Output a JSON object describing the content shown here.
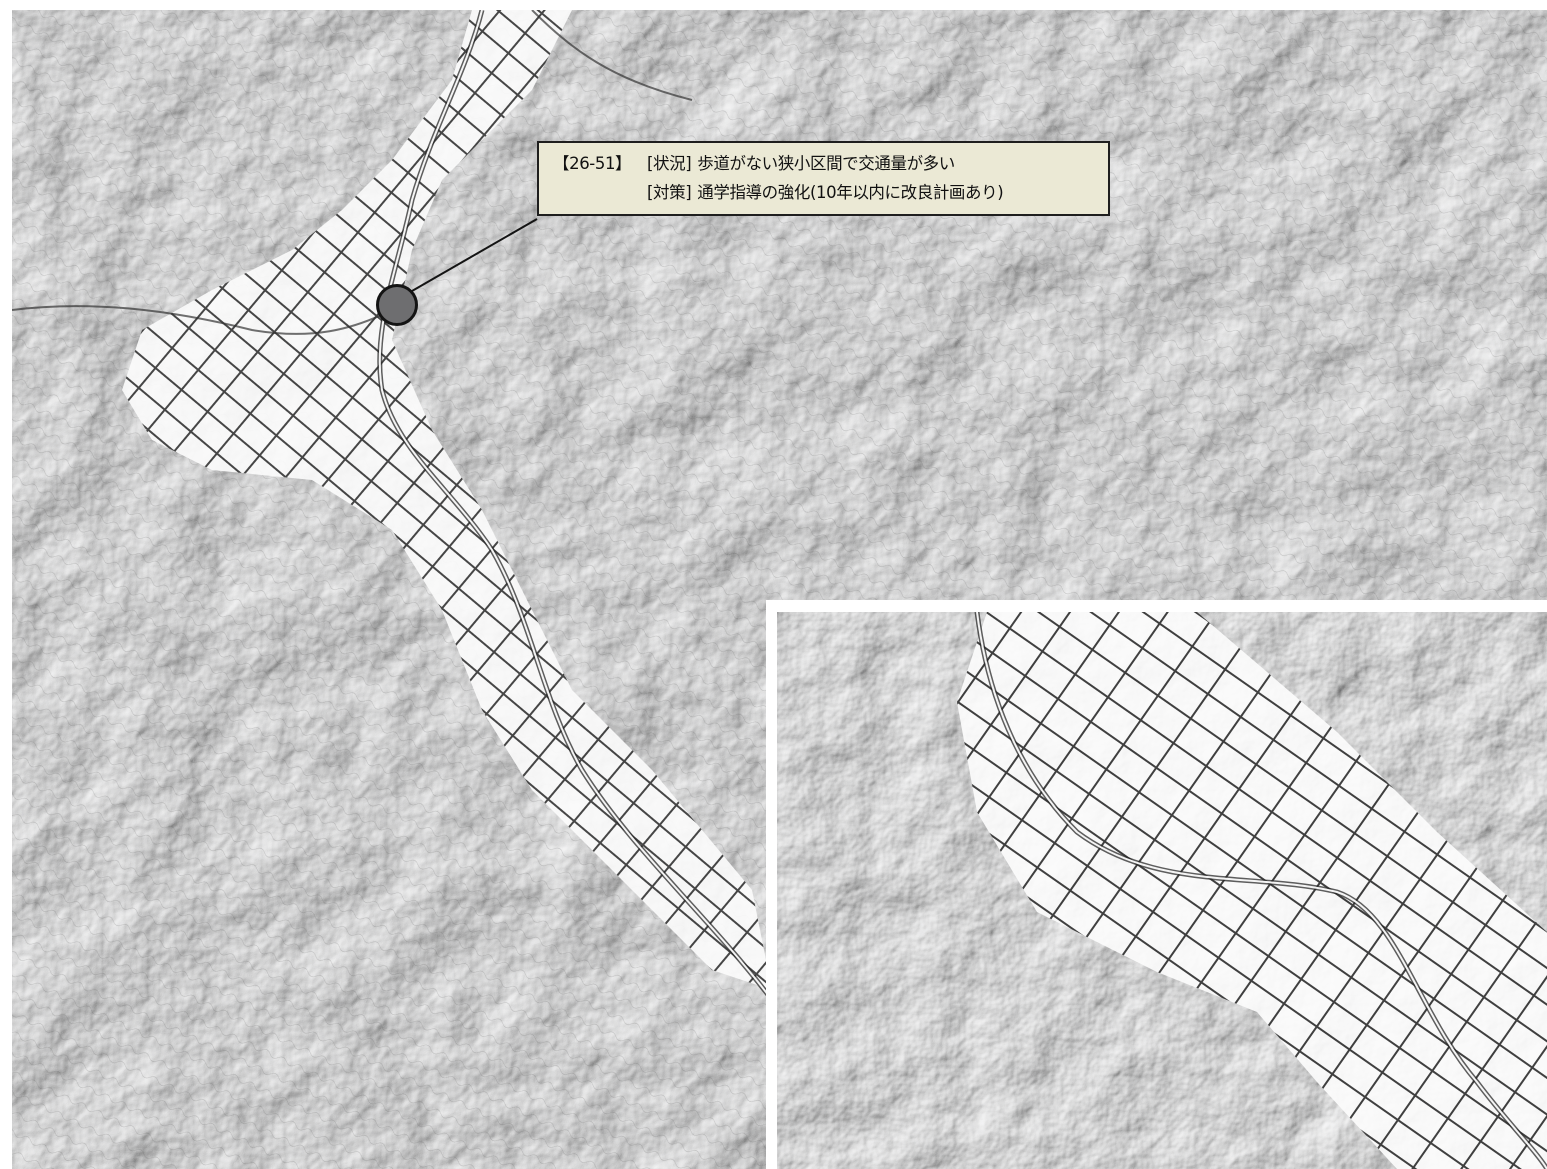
{
  "callout": {
    "id": "【26-51】",
    "situation_label": "[状況]",
    "situation_text": "歩道がない狭小区間で交通量が多い",
    "measure_label": "[対策]",
    "measure_text": "通学指導の強化(10年以内に改良計画あり)"
  },
  "colors": {
    "terrain": "#c9cbcf",
    "callout_fill": "#ebe9d5",
    "marker_fill": "#6e6e70",
    "outline": "#141414"
  }
}
